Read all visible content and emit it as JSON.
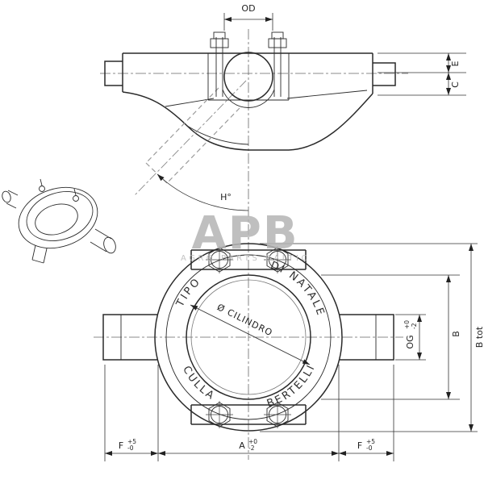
{
  "meta": {
    "background": "#ffffff",
    "line_color": "#2a2a2a",
    "watermark_color": "#b5b5b5"
  },
  "watermark": {
    "title": "APB",
    "subtitle": "AGRO PARTS BALTIC"
  },
  "side_view": {
    "dim_od": "OD",
    "dim_e": "E",
    "dim_c": "C",
    "dim_angle": "H°"
  },
  "front_view": {
    "ring_top_left": "TIPO",
    "ring_top_right": "DI NATALE",
    "ring_bottom_left": "CULLA",
    "ring_bottom_right": "BERTELLI",
    "bore_label": "Ø CILINDRO",
    "dim_og": "OG",
    "dim_og_tol_top": "+0",
    "dim_og_tol_bottom": "-2",
    "dim_b": "B",
    "dim_b_tot": "B tot",
    "dim_a": "A",
    "dim_a_tol_top": "+0",
    "dim_a_tol_bottom": "-2",
    "dim_f_left": "F",
    "dim_f_left_tol_top": "+5",
    "dim_f_left_tol_bottom": "-0",
    "dim_f_right": "F",
    "dim_f_right_tol_top": "+5",
    "dim_f_right_tol_bottom": "-0"
  }
}
